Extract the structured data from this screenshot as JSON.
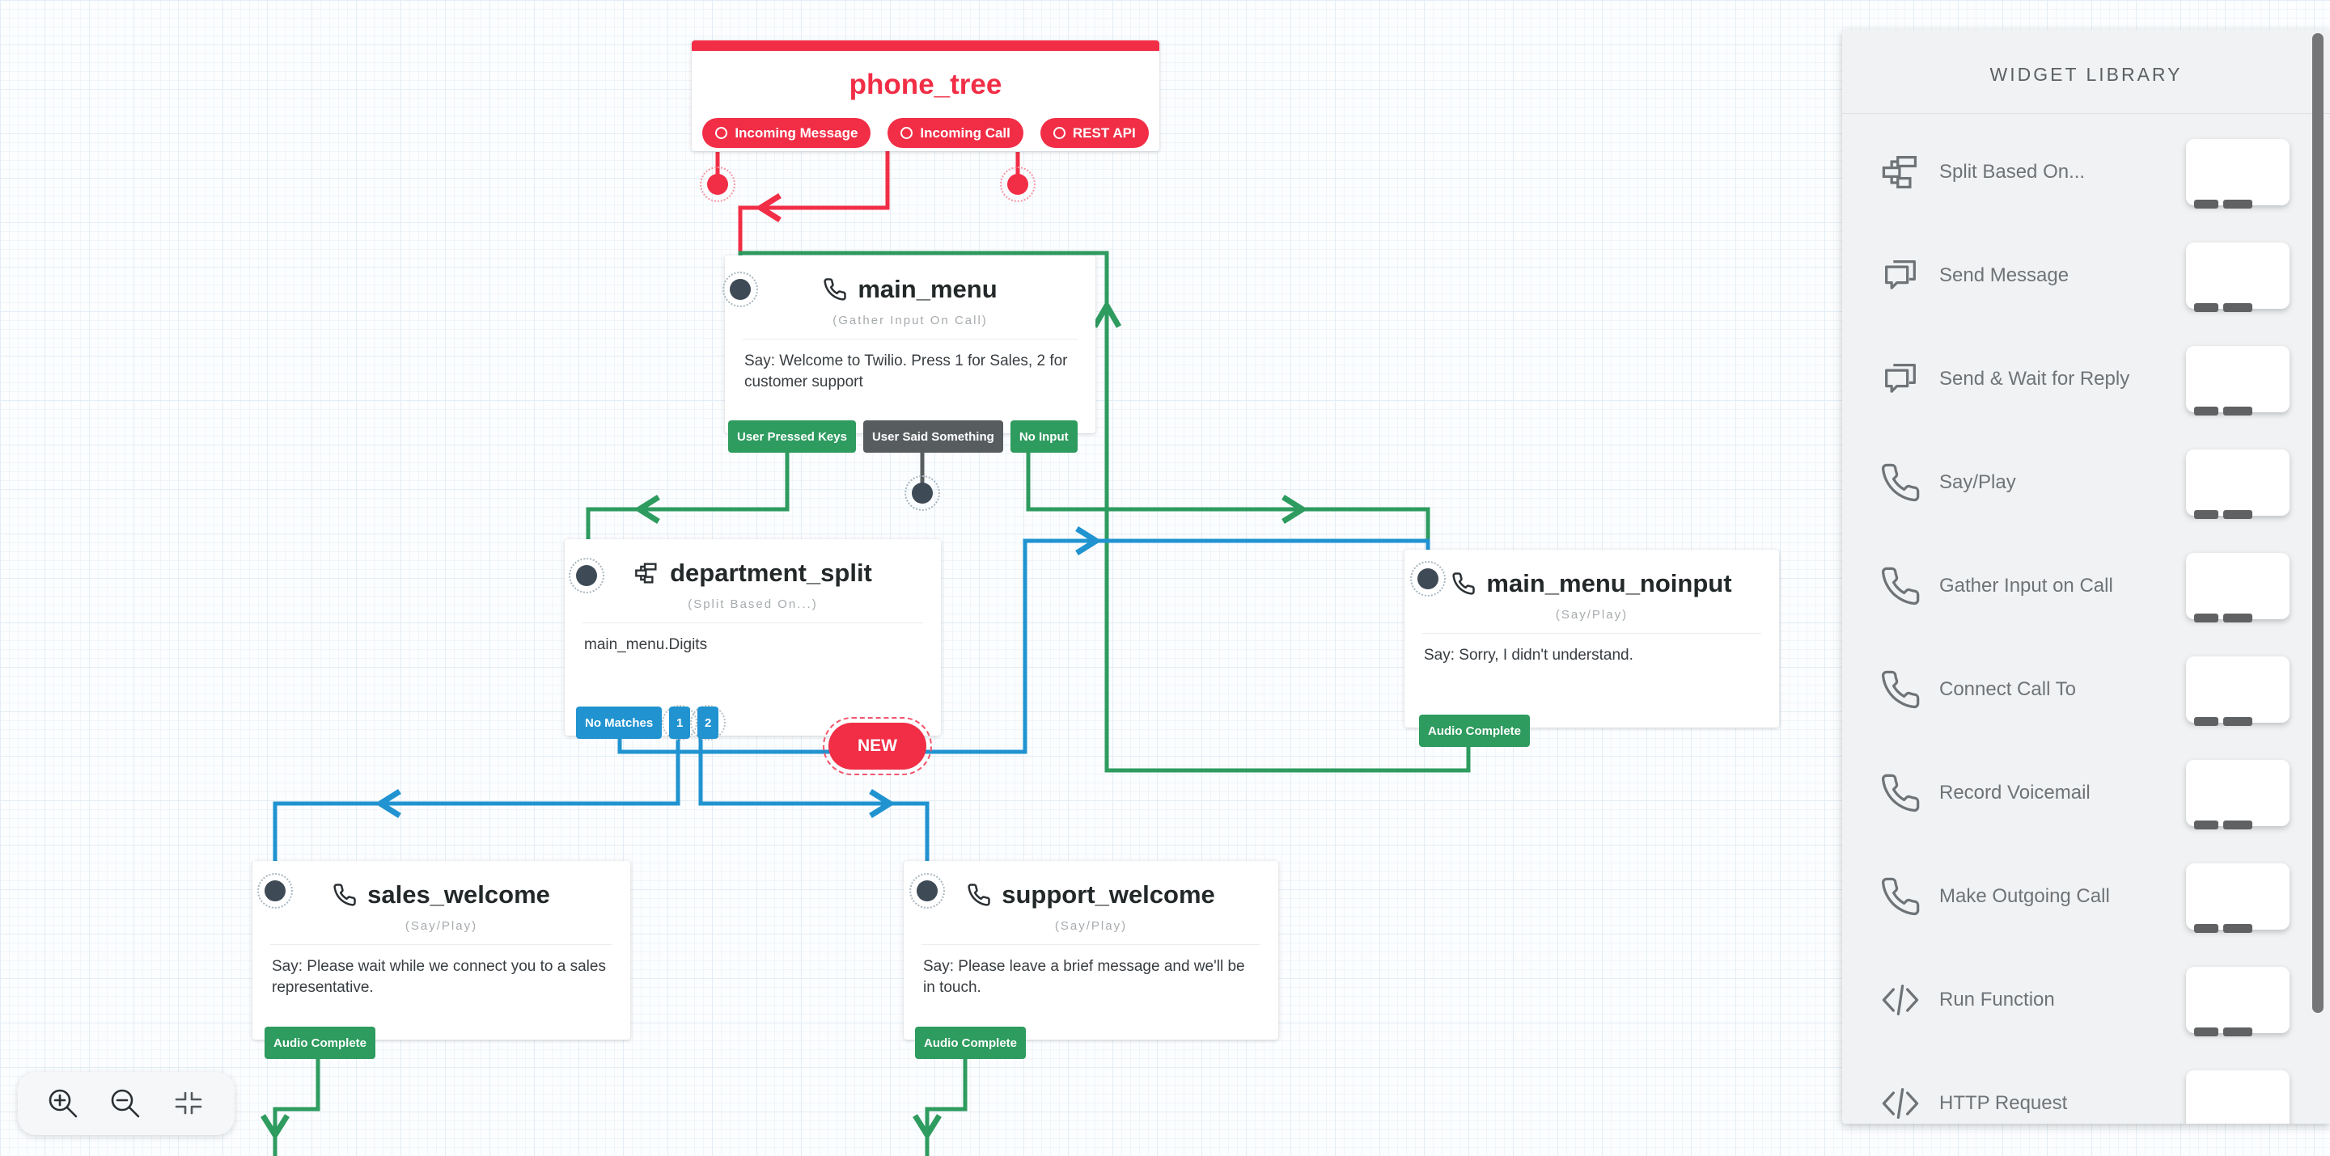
{
  "colors": {
    "red": "#F12E46",
    "green": "#2E9B5F",
    "blue": "#2093D0",
    "dark_tag": "#575C5F",
    "port_dark": "#3E4A56",
    "canvas_bg": "#fcfdfe",
    "panel_bg": "#f1f2f3"
  },
  "trigger": {
    "title": "phone_tree",
    "outputs": [
      "Incoming Message",
      "Incoming Call",
      "REST API"
    ]
  },
  "nodes": {
    "main_menu": {
      "title": "main_menu",
      "type": "(Gather Input On Call)",
      "body": "Say: Welcome to Twilio. Press 1 for Sales, 2 for customer support",
      "tags": [
        "User Pressed Keys",
        "User Said Something",
        "No Input"
      ]
    },
    "department_split": {
      "title": "department_split",
      "type": "(Split Based On...)",
      "body": "main_menu.Digits",
      "tags": [
        "No Matches",
        "1",
        "2"
      ],
      "new_badge": "NEW"
    },
    "main_menu_noinput": {
      "title": "main_menu_noinput",
      "type": "(Say/Play)",
      "body": "Say: Sorry, I didn't understand.",
      "tags": [
        "Audio Complete"
      ]
    },
    "sales_welcome": {
      "title": "sales_welcome",
      "type": "(Say/Play)",
      "body": "Say: Please wait while we connect you to a sales representative.",
      "tags": [
        "Audio Complete"
      ]
    },
    "support_welcome": {
      "title": "support_welcome",
      "type": "(Say/Play)",
      "body": "Say: Please leave a brief message and we'll be in touch.",
      "tags": [
        "Audio Complete"
      ]
    }
  },
  "library": {
    "header": "WIDGET LIBRARY",
    "items": [
      {
        "icon": "split-icon",
        "label": "Split Based On..."
      },
      {
        "icon": "message-icon",
        "label": "Send Message"
      },
      {
        "icon": "message-icon",
        "label": "Send & Wait for Reply"
      },
      {
        "icon": "phone-icon",
        "label": "Say/Play"
      },
      {
        "icon": "phone-icon",
        "label": "Gather Input on Call"
      },
      {
        "icon": "phone-icon",
        "label": "Connect Call To"
      },
      {
        "icon": "phone-icon",
        "label": "Record Voicemail"
      },
      {
        "icon": "phone-icon",
        "label": "Make Outgoing Call"
      },
      {
        "icon": "code-icon",
        "label": "Run Function"
      },
      {
        "icon": "code-icon",
        "label": "HTTP Request"
      }
    ]
  }
}
